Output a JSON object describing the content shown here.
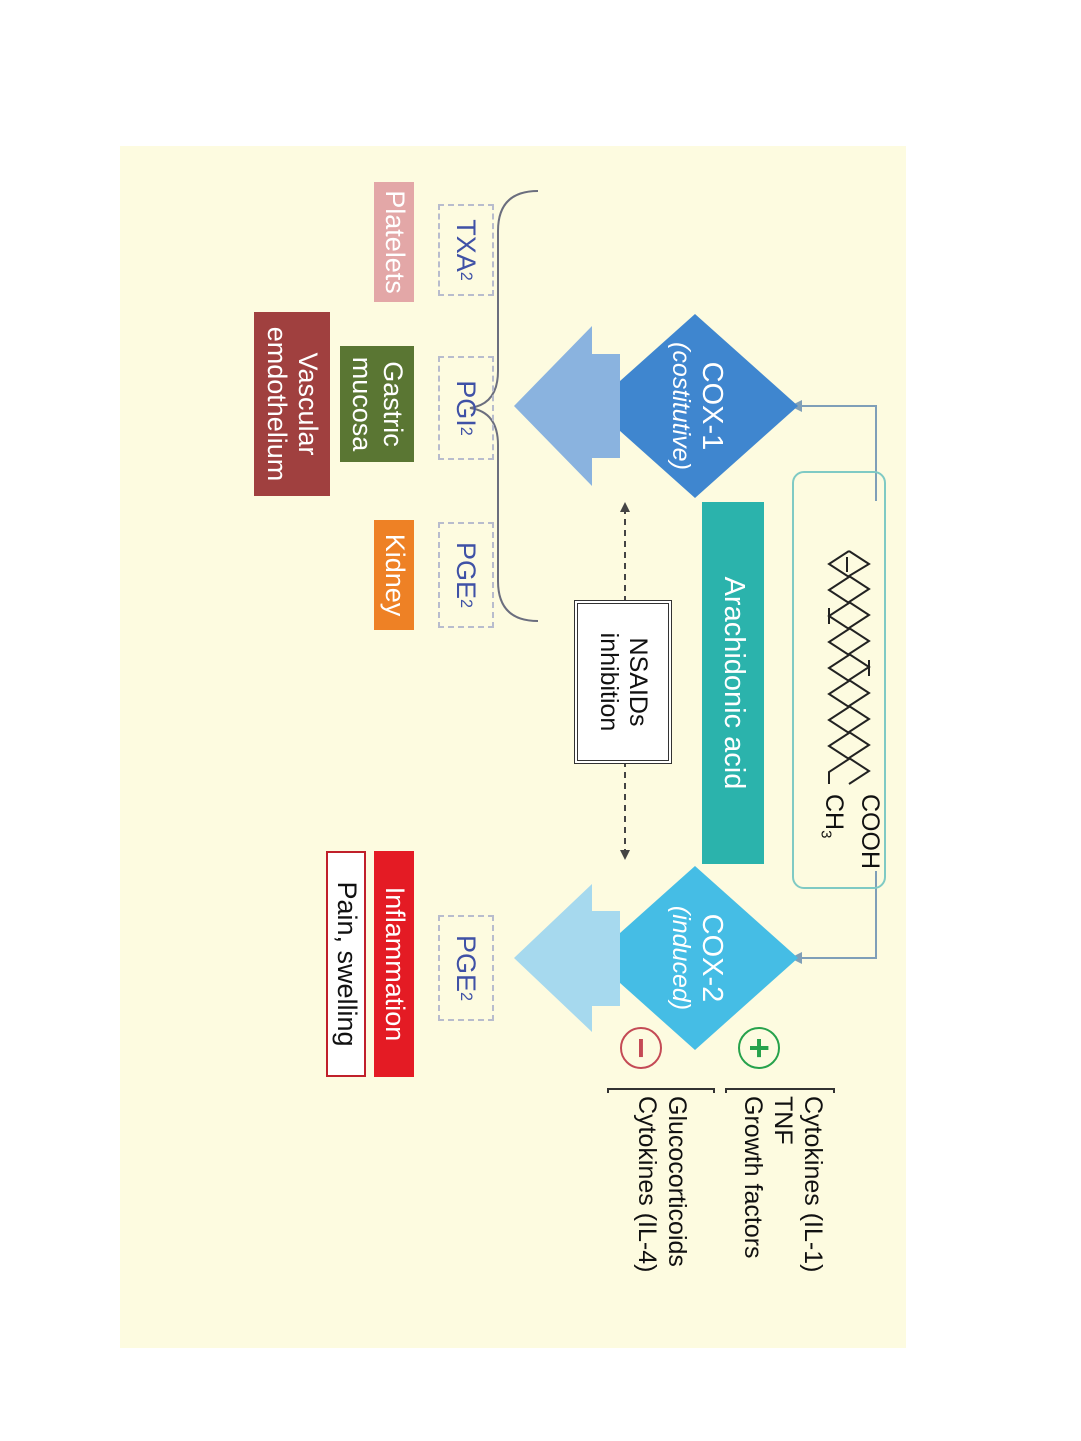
{
  "molecule": {
    "cooh": "COOH",
    "ch3": "CH",
    "ch3_sub": "3"
  },
  "arachidonic_acid": "Arachidonic acid",
  "cox1": {
    "name": "COX-1",
    "sub": "(costitutive)"
  },
  "cox2": {
    "name": "COX-2",
    "sub": "(induced)"
  },
  "nsaids": {
    "line1": "NSAIDs",
    "line2": "inhibition"
  },
  "products_cox1": [
    {
      "main": "TXA",
      "sub": "2"
    },
    {
      "main": "PGI",
      "sub": "2"
    },
    {
      "main": "PGE",
      "sub": "2"
    }
  ],
  "product_cox2": {
    "main": "PGE",
    "sub": "2"
  },
  "targets": {
    "platelets": "Platelets",
    "gastric_l1": "Gastric",
    "gastric_l2": "mucosa",
    "vascular_l1": "Vascular",
    "vascular_l2": "emdothelium",
    "kidney": "Kidney",
    "inflammation": "Inflammation",
    "pain": "Pain, swelling"
  },
  "inducers": [
    "Cytokines (IL-1)",
    "TNF",
    "Growth factors"
  ],
  "inhibitors": [
    "Glucocorticoids",
    "Cytokines (IL-4)"
  ],
  "signs": {
    "plus": "+",
    "minus": "−"
  },
  "colors": {
    "background": "#fdfbe0",
    "cox1": "#3f86cf",
    "cox2": "#45bde5",
    "arachidonic": "#2bb3ac",
    "platelets": "#e3a7a7",
    "gastric": "#5a7633",
    "vascular": "#a0403f",
    "kidney": "#ee8125",
    "inflammation": "#e41b24",
    "plus": "#27a24c",
    "minus": "#c44a55"
  }
}
